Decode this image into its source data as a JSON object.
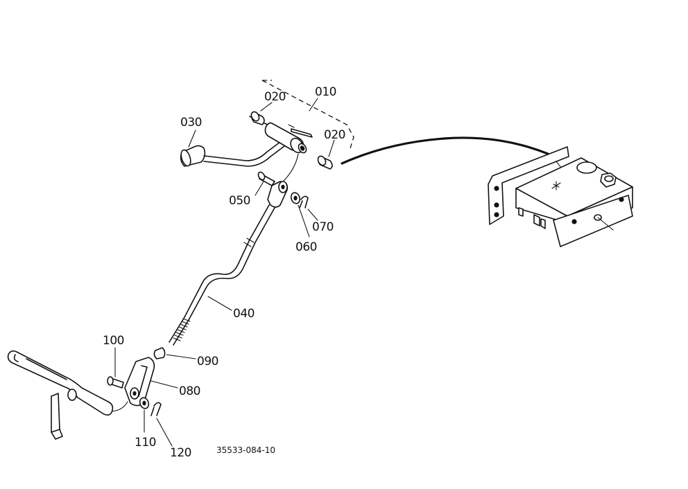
{
  "diagram": {
    "drawing_number": "35533-084-10",
    "callouts": {
      "c010": "010",
      "c020a": "020",
      "c020b": "020",
      "c030": "030",
      "c040": "040",
      "c050": "050",
      "c060": "060",
      "c070": "070",
      "c080": "080",
      "c090": "090",
      "c100": "100",
      "c110": "110",
      "c120": "120"
    }
  }
}
